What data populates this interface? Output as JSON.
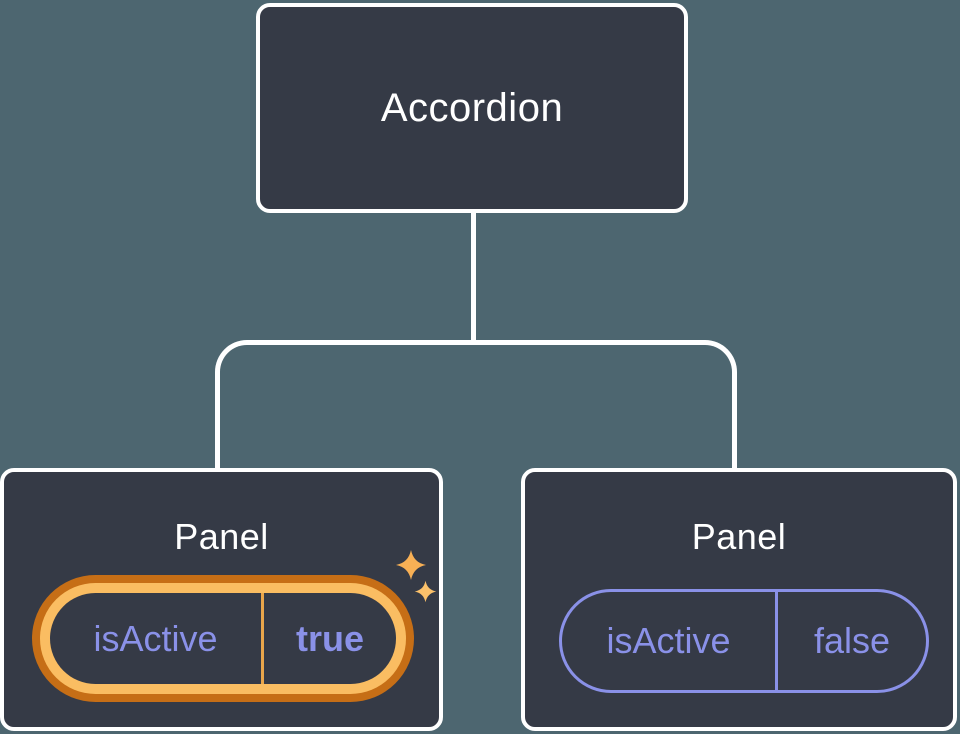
{
  "diagram": {
    "background_color": "#4D6670",
    "node_style": {
      "fill": "#353A46",
      "border_color": "#FFFFFF",
      "label_color": "#FFFFFF",
      "connector_color": "#FFFFFF"
    },
    "state_color": "#8A91E8",
    "highlight_colors": {
      "ring_outer": "#C66E16",
      "ring_inner": "#FABD62",
      "divider": "#EAA64B"
    },
    "sparkle_colors": {
      "large": "#F8B055",
      "small": "#FBC16B"
    },
    "root": {
      "label": "Accordion"
    },
    "children": [
      {
        "label": "Panel",
        "state": {
          "key": "isActive",
          "value": "true"
        },
        "highlighted": true
      },
      {
        "label": "Panel",
        "state": {
          "key": "isActive",
          "value": "false"
        },
        "highlighted": false
      }
    ]
  }
}
